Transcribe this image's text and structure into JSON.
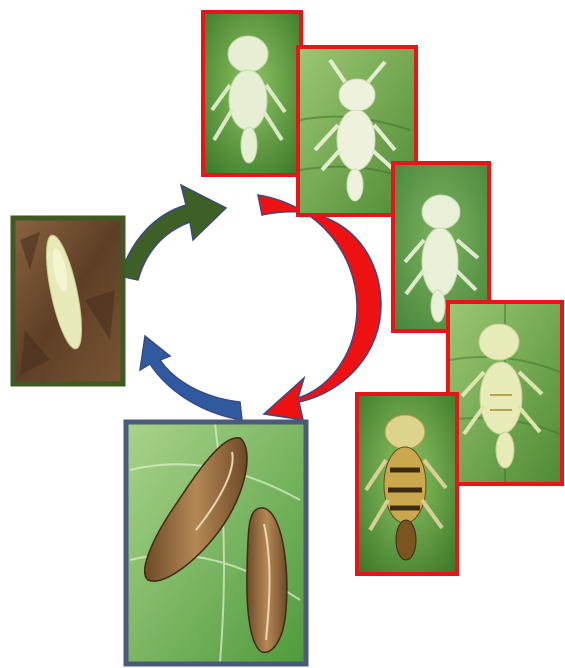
{
  "colors": {
    "egg_frame": "#3f5a22",
    "nymph_frame": "#e8141c",
    "adult_frame": "#4a5a78",
    "arrow_green": "#3e5f25",
    "arrow_red": "#ee1111",
    "arrow_blue": "#2f5aa0",
    "arrow_outline": "#3a4a82",
    "leaf_light": "#7fb65a",
    "leaf_dark": "#3f7a2c",
    "bark": "#6b4a2e"
  },
  "stages": [
    {
      "name": "egg",
      "icon": "egg-photo-icon"
    },
    {
      "name": "nymph-instar-1",
      "icon": "nymph-photo-icon"
    },
    {
      "name": "nymph-instar-2",
      "icon": "nymph-photo-icon"
    },
    {
      "name": "nymph-instar-3",
      "icon": "nymph-photo-icon"
    },
    {
      "name": "nymph-instar-4",
      "icon": "nymph-photo-icon"
    },
    {
      "name": "nymph-instar-5",
      "icon": "nymph-photo-icon"
    },
    {
      "name": "adult",
      "icon": "adult-leafhopper-photo-icon"
    }
  ]
}
